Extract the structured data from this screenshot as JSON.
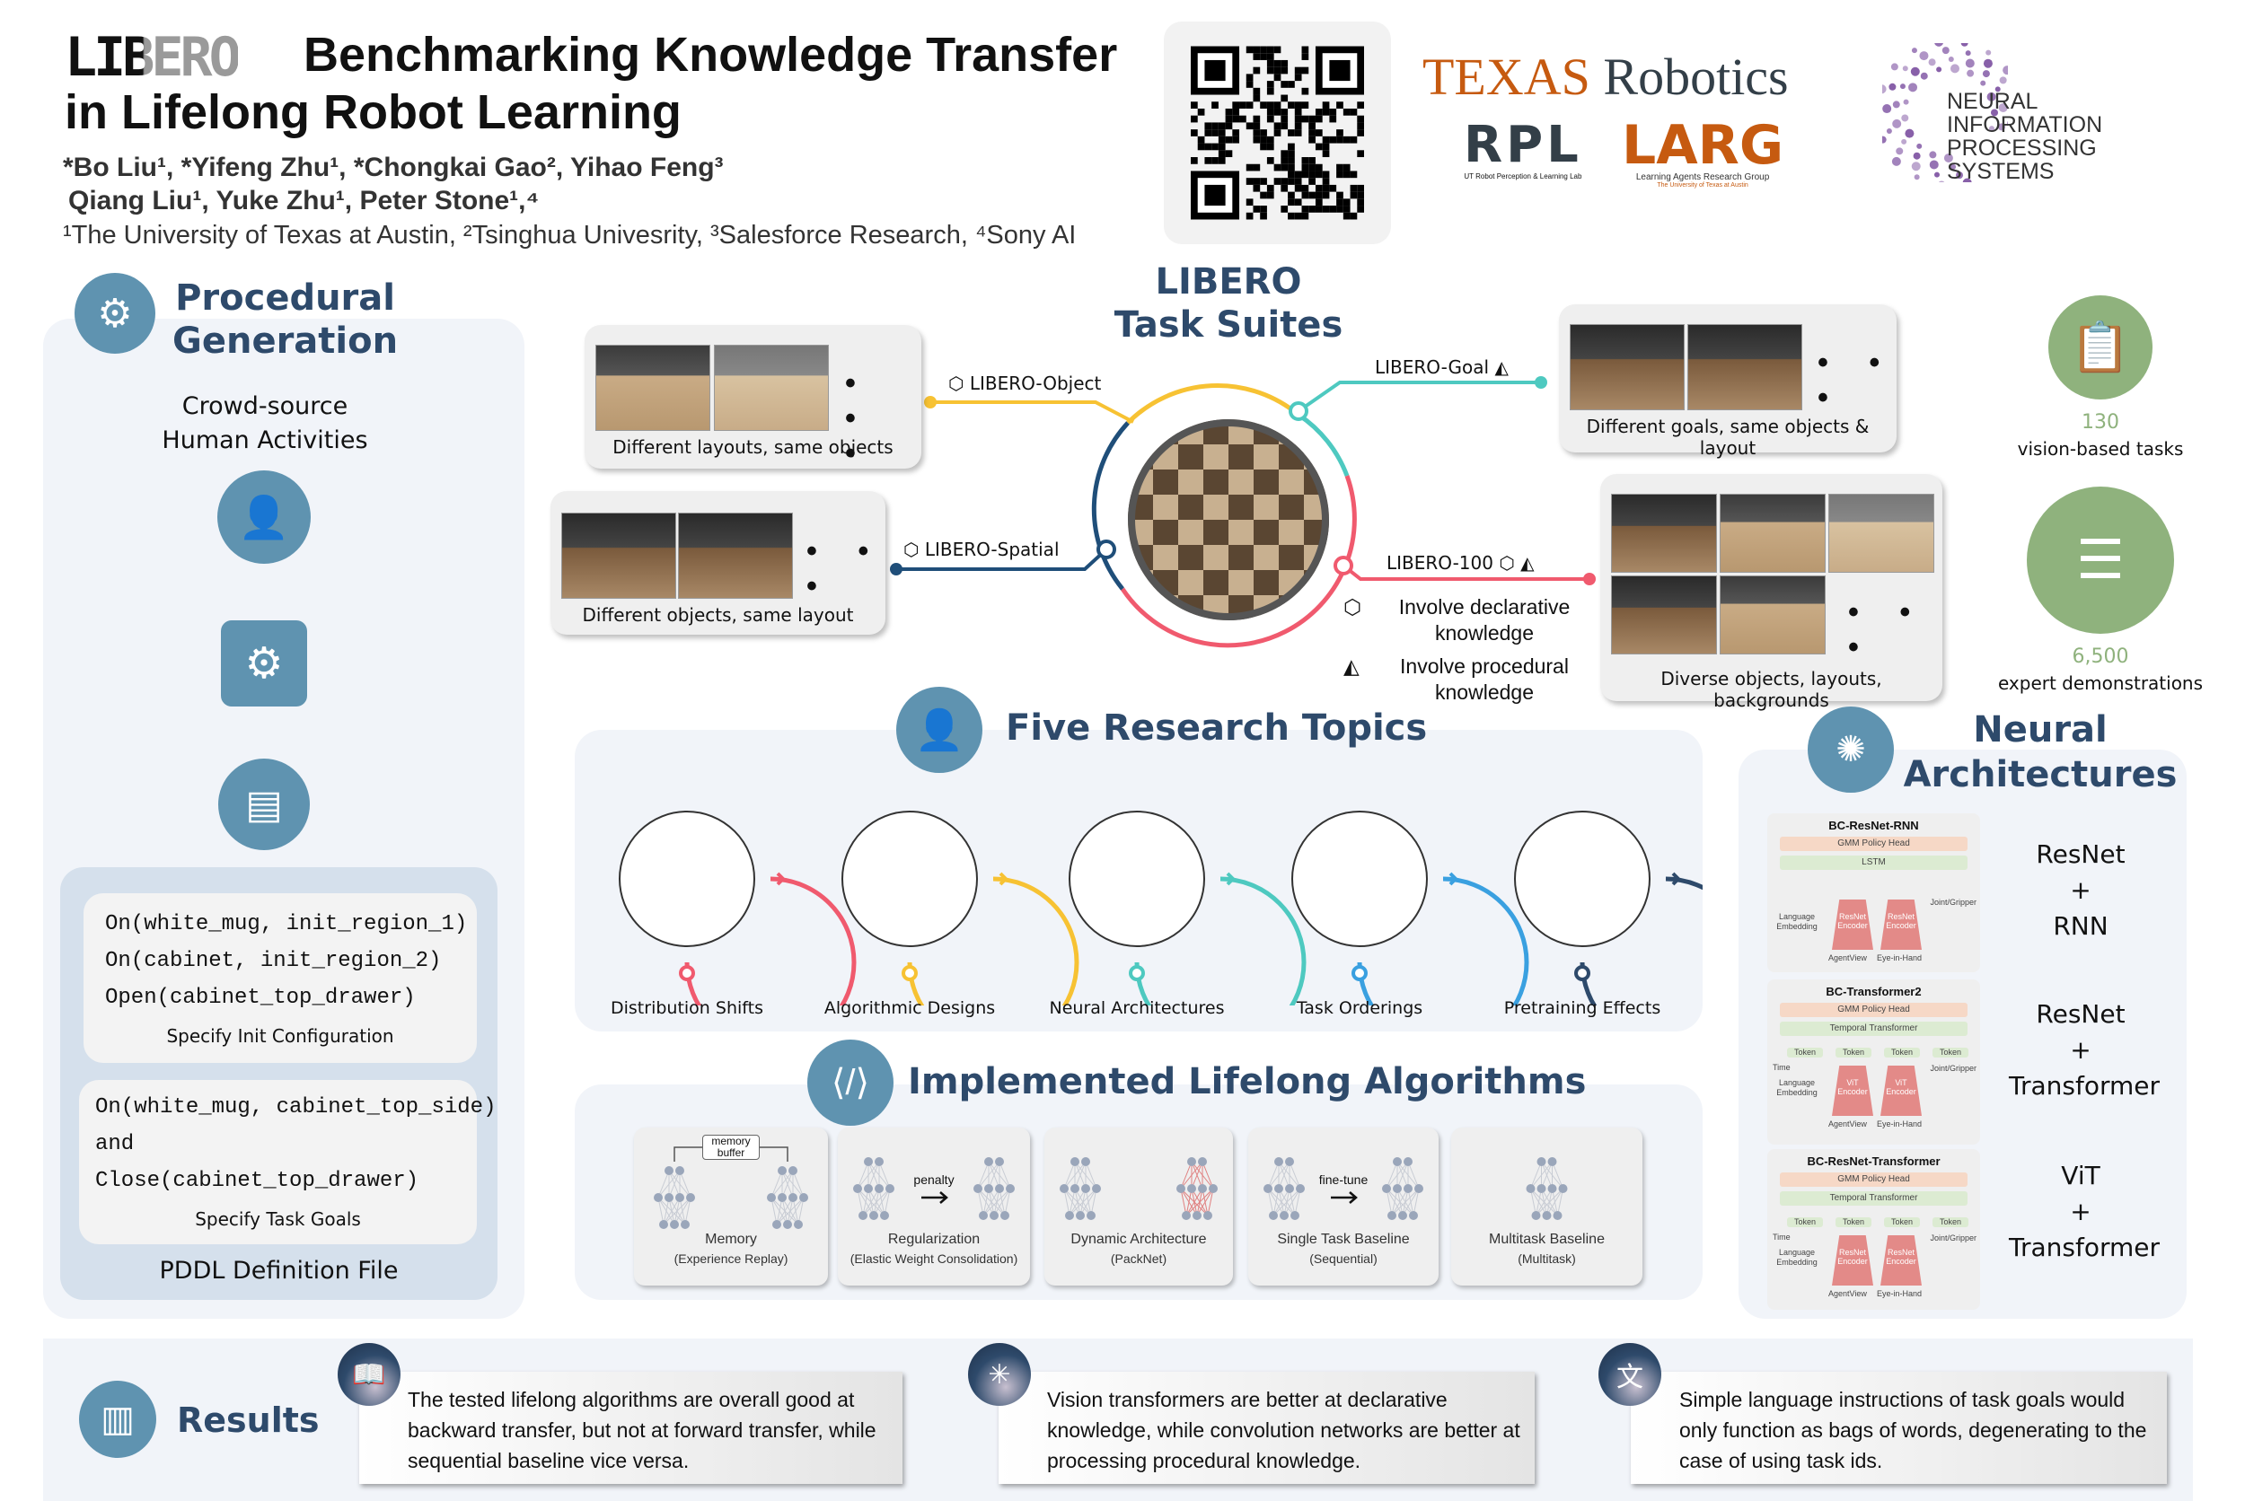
{
  "header": {
    "logo_text": "LIBERO",
    "title_line1": "Benchmarking Knowledge Transfer",
    "title_line2": "in Lifelong Robot Learning",
    "authors_line1": "*Bo Liu¹, *Yifeng Zhu¹, *Chongkai Gao², Yihao Feng³",
    "authors_line2": "Qiang Liu¹, Yuke Zhu¹, Peter Stone¹,⁴",
    "affiliations": "¹The University of Texas at Austin, ²Tsinghua Univesrity, ³Salesforce Research, ⁴Sony AI"
  },
  "logos": {
    "texas": "TEXAS",
    "robotics": "Robotics",
    "rpl": "RPL",
    "rpl_sub": "UT Robot Perception & Learning Lab",
    "larg": "LARG",
    "larg_sub": "Learning Agents Research Group",
    "larg_sub2": "The University of Texas at Austin",
    "neurips_line1": "NEURAL INFORMATION",
    "neurips_line2": "PROCESSING SYSTEMS"
  },
  "procedural": {
    "title_line1": "Procedural",
    "title_line2": "Generation",
    "crowd_line1": "Crowd-source",
    "crowd_line2": "Human Activities",
    "init_lines": [
      "On(white_mug, init_region_1)",
      "On(cabinet, init_region_2)",
      "Open(cabinet_top_drawer)"
    ],
    "init_caption": "Specify Init Configuration",
    "goal_lines": [
      "On(white_mug, cabinet_top_side)",
      "and",
      "Close(cabinet_top_drawer)"
    ],
    "goal_caption": "Specify Task Goals",
    "pddl_caption": "PDDL Definition File"
  },
  "suites": {
    "title_line1": "LIBERO",
    "title_line2": "Task Suites",
    "object": {
      "label": "LIBERO-Object",
      "caption": "Different layouts, same objects",
      "color": "#f7c233"
    },
    "spatial": {
      "label": "LIBERO-Spatial",
      "caption": "Different objects, same layout",
      "color": "#1f4e79"
    },
    "goal": {
      "label": "LIBERO-Goal",
      "caption": "Different goals, same objects & layout",
      "color": "#4ec9c0"
    },
    "hundred": {
      "label": "LIBERO-100",
      "caption": "Diverse objects, layouts, backgrounds",
      "color": "#f05a6e"
    },
    "dots": "• • •",
    "legend_declarative": "Involve declarative knowledge",
    "legend_procedural": "Involve procedural knowledge"
  },
  "stats": [
    {
      "value": "130",
      "label": "vision-based tasks",
      "icon": "clipboard-icon"
    },
    {
      "value": "6,500",
      "label": "expert demonstrations",
      "icon": "database-icon"
    }
  ],
  "topics": {
    "title": "Five Research Topics",
    "items": [
      {
        "label": "Distribution Shifts",
        "color": "#f05a6e"
      },
      {
        "label": "Algorithmic Designs",
        "color": "#f7c233"
      },
      {
        "label": "Neural Architectures",
        "color": "#4ec9c0"
      },
      {
        "label": "Task Orderings",
        "color": "#3aa0e0"
      },
      {
        "label": "Pretraining Effects",
        "color": "#2e4a6b"
      }
    ]
  },
  "algorithms": {
    "title": "Implemented Lifelong Algorithms",
    "memory_buffer": "memory buffer",
    "penalty": "penalty",
    "finetune": "fine-tune",
    "items": [
      {
        "name": "Memory",
        "sub": "(Experience Replay)"
      },
      {
        "name": "Regularization",
        "sub": "(Elastic Weight Consolidation)"
      },
      {
        "name": "Dynamic Architecture",
        "sub": "(PackNet)"
      },
      {
        "name": "Single Task Baseline",
        "sub": "(Sequential)"
      },
      {
        "name": "Multitask Baseline",
        "sub": "(Multitask)"
      }
    ]
  },
  "architectures": {
    "title_line1": "Neural",
    "title_line2": "Architectures",
    "items": [
      {
        "name": "BC-ResNet-RNN",
        "head": "GMM Policy Head",
        "temporal": "LSTM",
        "encoder": "ResNet Encoder",
        "token": "",
        "label": [
          "ResNet",
          "+",
          "RNN"
        ]
      },
      {
        "name": "BC-Transformer2",
        "head": "GMM Policy Head",
        "temporal": "Temporal Transformer",
        "encoder": "ViT Encoder",
        "token": "Token",
        "label": [
          "ResNet",
          "+",
          "Transformer"
        ]
      },
      {
        "name": "BC-ResNet-Transformer",
        "head": "GMM Policy Head",
        "temporal": "Temporal Transformer",
        "encoder": "ResNet Encoder",
        "token": "Token",
        "label": [
          "ViT",
          "+",
          "Transformer"
        ]
      }
    ],
    "language_embedding": "Language Embedding",
    "joint_gripper": "Joint/Gripper",
    "agentview": "AgentView",
    "eye_in_hand": "Eye-in-Hand",
    "time": "Time"
  },
  "results": {
    "title": "Results",
    "items": [
      {
        "text": "The tested lifelong algorithms are overall good at backward transfer, but not at forward transfer, while sequential baseline vice versa.",
        "icon": "book-icon"
      },
      {
        "text": "Vision transformers are better at declarative knowledge, while convolution networks are better at processing procedural knowledge.",
        "icon": "network-icon"
      },
      {
        "text": "Simple language instructions of task goals would only function as bags of words, degenerating to the case of using task ids.",
        "icon": "translate-icon"
      }
    ]
  },
  "colors": {
    "navy": "#2e4a6b",
    "icon_blue": "#5f93b0",
    "stat_green": "#8fb27d",
    "panel_bg": "#f1f4f9"
  }
}
